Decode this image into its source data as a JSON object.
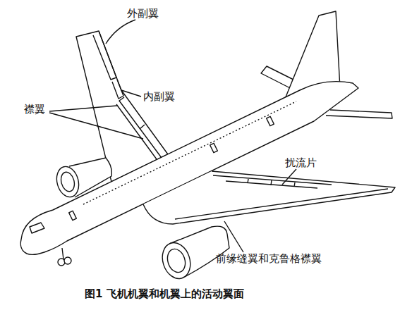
{
  "diagram": {
    "caption": "图1 飞机机翼和机翼上的活动翼面",
    "labels": [
      "外副翼",
      "内副翼",
      "襟翼",
      "扰流片",
      "前缘缝翼和克鲁格襟翼"
    ]
  }
}
